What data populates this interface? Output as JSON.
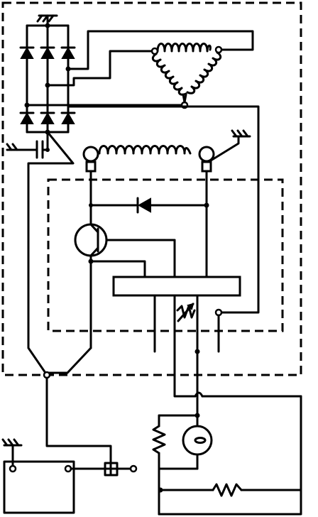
{
  "diagram": {
    "kind": "automotive alternator charging circuit schematic",
    "components": [
      {
        "name": "stator-windings-three-phase",
        "icon": "delta-coil-icon"
      },
      {
        "name": "rectifier-bridge-six-diodes",
        "icon": "diode-icon"
      },
      {
        "name": "rotor-field-winding",
        "icon": "coil-icon"
      },
      {
        "name": "voltage-regulator-housing",
        "icon": "dashed-box"
      },
      {
        "name": "field-diode",
        "icon": "diode-icon"
      },
      {
        "name": "regulator-transistor",
        "icon": "transistor-icon"
      },
      {
        "name": "regulator-ic-block",
        "icon": "rectangle"
      },
      {
        "name": "sense-resistor-variable",
        "icon": "variable-resistor-icon"
      },
      {
        "name": "capacitor",
        "icon": "capacitor-icon"
      },
      {
        "name": "battery",
        "icon": "battery-box"
      },
      {
        "name": "fuse",
        "icon": "fuse-icon"
      },
      {
        "name": "charge-warning-lamp",
        "icon": "lamp-icon"
      },
      {
        "name": "lamp-bypass-resistor",
        "icon": "resistor-icon"
      },
      {
        "name": "load-resistor",
        "icon": "resistor-icon"
      },
      {
        "name": "ground-symbols",
        "icon": "ground-icon"
      }
    ],
    "colors": {
      "line": "#000000",
      "background": "#ffffff"
    }
  }
}
